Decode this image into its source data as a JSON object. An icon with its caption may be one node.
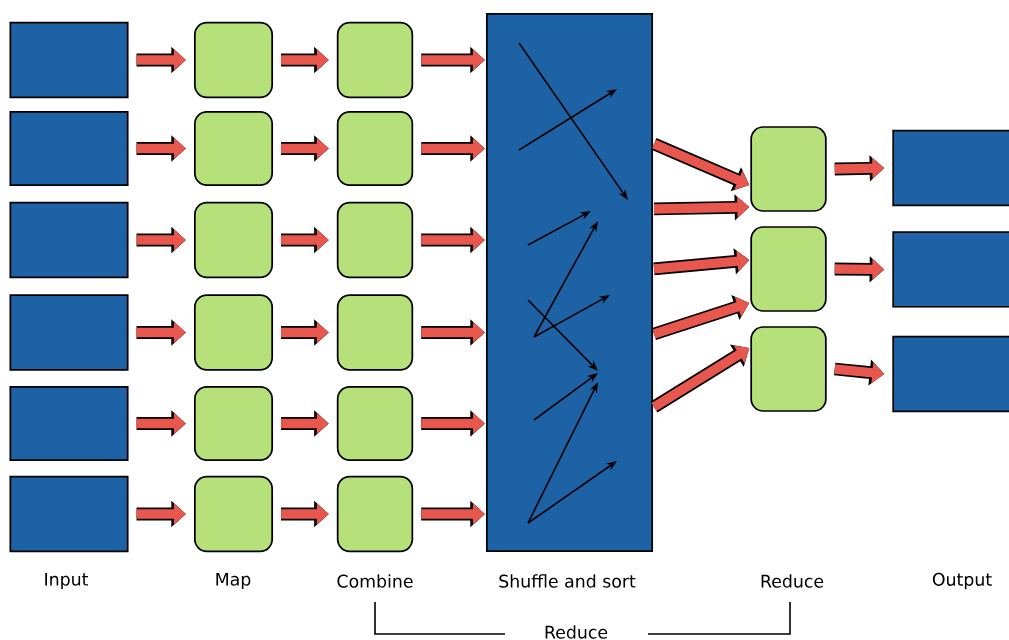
{
  "diagram": {
    "nodes": [
      {
        "text": [],
        "shape": "box"
      },
      {
        "text": [],
        "shape": "box"
      },
      {
        "text": [],
        "shape": "box"
      },
      {
        "text": [],
        "shape": "box"
      },
      {
        "text": [],
        "shape": "box"
      },
      {
        "text": [],
        "shape": "box"
      },
      {
        "text": [],
        "shape": "box"
      },
      {
        "text": [],
        "shape": "box"
      },
      {
        "text": [],
        "shape": "box"
      },
      {
        "text": [],
        "shape": "box"
      },
      {
        "text": [],
        "shape": "box"
      },
      {
        "text": [],
        "shape": "box"
      },
      {
        "text": [],
        "shape": "box"
      },
      {
        "text": [],
        "shape": "box"
      },
      {
        "text": [],
        "shape": "box"
      },
      {
        "text": [],
        "shape": "box"
      },
      {
        "text": [],
        "shape": "box"
      },
      {
        "text": [],
        "shape": "box"
      },
      {
        "text": [],
        "shape": "box"
      },
      {
        "text": [],
        "shape": "box"
      },
      {
        "text": [],
        "shape": "box"
      },
      {
        "text": [],
        "shape": "box"
      },
      {
        "text": [],
        "shape": "box"
      },
      {
        "text": [],
        "shape": "box"
      },
      {
        "text": [],
        "shape": "box"
      }
    ],
    "edges": [
      {
        "from": 0,
        "to": 6,
        "arrow": "to"
      },
      {
        "from": 1,
        "to": 7,
        "arrow": "to"
      },
      {
        "from": 2,
        "to": 8,
        "arrow": "to"
      },
      {
        "from": 3,
        "to": 9,
        "arrow": "to"
      },
      {
        "from": 4,
        "to": 10,
        "arrow": "to"
      },
      {
        "from": 5,
        "to": 11,
        "arrow": "to"
      },
      {
        "from": 6,
        "to": 12,
        "arrow": "to"
      },
      {
        "from": 7,
        "to": 13,
        "arrow": "to"
      },
      {
        "from": 8,
        "to": 14,
        "arrow": "to"
      },
      {
        "from": 9,
        "to": 15,
        "arrow": "to"
      },
      {
        "from": 10,
        "to": 16,
        "arrow": "to"
      },
      {
        "from": 11,
        "to": 17,
        "arrow": "to"
      },
      {
        "from": 12,
        "to": 18,
        "arrow": "to"
      },
      {
        "from": 13,
        "to": 18,
        "arrow": "to"
      },
      {
        "from": 14,
        "to": 18,
        "arrow": "to"
      },
      {
        "from": 15,
        "to": 18,
        "arrow": "to"
      },
      {
        "from": 16,
        "to": 18,
        "arrow": "to"
      },
      {
        "from": 17,
        "to": 18,
        "arrow": "to"
      },
      {
        "from": 18,
        "to": 19,
        "arrow": "to"
      },
      {
        "from": 18,
        "to": 19,
        "arrow": "to"
      },
      {
        "from": 18,
        "to": 20,
        "arrow": "to"
      },
      {
        "from": 18,
        "to": 20,
        "arrow": "to"
      },
      {
        "from": 18,
        "to": 21,
        "arrow": "to"
      },
      {
        "from": 19,
        "to": 22,
        "arrow": "to"
      },
      {
        "from": 20,
        "to": 23,
        "arrow": "to"
      },
      {
        "from": 21,
        "to": 24,
        "arrow": "to"
      }
    ],
    "labels": [
      "Input",
      "Map",
      "Combine",
      "Shuffle and sort",
      "Reduce",
      "Output",
      "Reduce"
    ]
  }
}
